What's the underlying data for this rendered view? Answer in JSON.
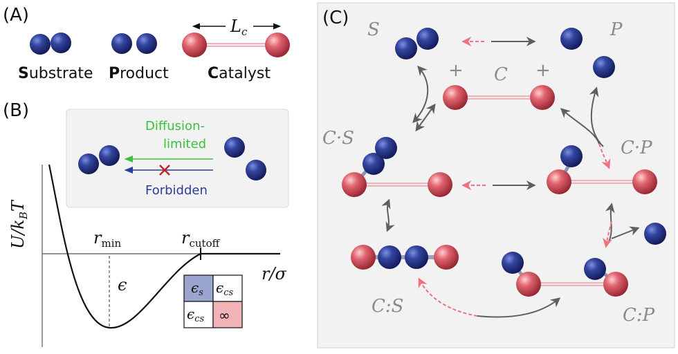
{
  "panels": {
    "a_label": "(A)",
    "b_label": "(B)",
    "c_label": "(C)"
  },
  "panel_a": {
    "lc_label": "L",
    "lc_sub": "c",
    "substrate": {
      "initial": "S",
      "rest": "ubstrate"
    },
    "product": {
      "initial": "P",
      "rest": "roduct"
    },
    "catalyst": {
      "initial": "C",
      "rest": "atalyst"
    }
  },
  "panel_b": {
    "inset_green_line1": "Diffusion-",
    "inset_green_line2": "limited",
    "inset_blue": "Forbidden",
    "y_axis": "U/k",
    "y_axis_sub": "B",
    "y_axis_tail": "T",
    "x_axis": "r/σ",
    "rmin": "r",
    "rmin_sub": "min",
    "rcutoff": "r",
    "rcutoff_sub": "cutoff",
    "epsilon": "ϵ",
    "table": {
      "tl": "ϵ",
      "tl_sub": "s",
      "tr": "ϵ",
      "tr_sub": "cs",
      "bl": "ϵ",
      "bl_sub": "cs",
      "br": "∞"
    }
  },
  "panel_c": {
    "S": "S",
    "P": "P",
    "C": "C",
    "plus_left": "+",
    "plus_right": "+",
    "CS_dot": "C·S",
    "CP_dot": "C·P",
    "CS_colon": "C:S",
    "CP_colon": "C:P"
  },
  "colors": {
    "blue_particle": "#2b3a8f",
    "red_particle": "#d9545f",
    "green_arrow": "#3cbf3c",
    "blue_arrow": "#2a3d9a",
    "grey_arrow": "#5a5a5a",
    "pink_arrow": "#f07080",
    "cell_blue": "#9aa6cf",
    "cell_red": "#f1b3b5"
  }
}
